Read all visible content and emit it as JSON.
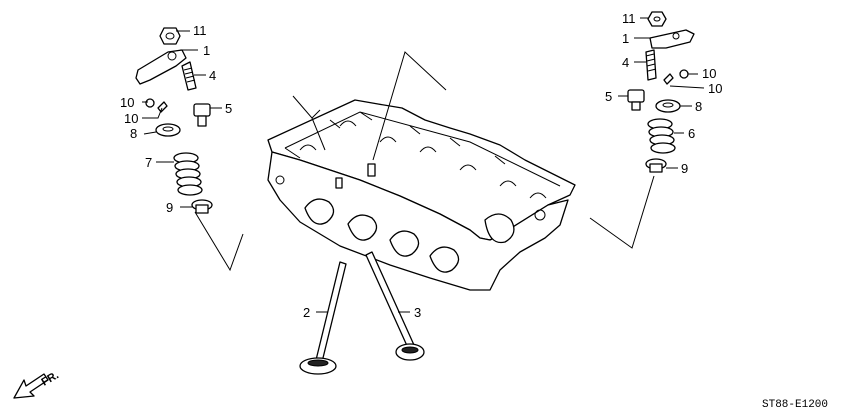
{
  "callouts": {
    "left_11": "11",
    "left_1": "1",
    "left_4": "4",
    "left_5": "5",
    "left_10a": "10",
    "left_10b": "10",
    "left_8": "8",
    "left_7": "7",
    "left_9": "9",
    "right_11": "11",
    "right_1": "1",
    "right_4": "4",
    "right_10a": "10",
    "right_10b": "10",
    "right_5": "5",
    "right_8": "8",
    "right_6": "6",
    "right_9": "9",
    "intake_valve": "2",
    "exhaust_valve": "3"
  },
  "direction_label": "FR.",
  "diagram_code": "ST88-E1200"
}
